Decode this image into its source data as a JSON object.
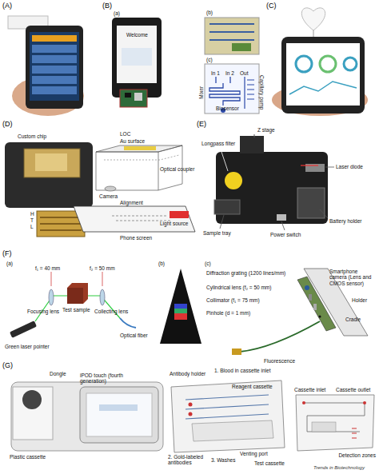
{
  "diagram": {
    "labels": [
      "(A)",
      "(B)",
      "(C)",
      "(a)",
      "Welcome",
      "(b)",
      "(c)",
      "In 1",
      "In 2",
      "Out",
      "Mixer",
      "Capillary pump",
      "Biosensor",
      "(D)",
      "Custom chip",
      "LOC",
      "Au surface",
      "Optical coupler",
      "Camera",
      "Alignment",
      "Phone screen",
      "Light source",
      "H",
      "T",
      "L",
      "(E)",
      "Z stage",
      "Longpass filter",
      "Laser diode",
      "Sample tray",
      "Power switch",
      "Battery holder",
      "(F)",
      "(a)",
      "f₁ = 40 mm",
      "f₂ = 50 mm",
      "Test sample",
      "Focusing lens",
      "Collecting lens",
      "Green laser pointer",
      "Optical fiber",
      "(b)",
      "(c)",
      "Diffraction grating (1200 lines/mm)",
      "Cylindrical lens (f₂ = 50 mm)",
      "Collimator (f₁ = 75 mm)",
      "Pinhole (d = 1 mm)",
      "Smartphone camera (Lens and CMOS sensor)",
      "Holder",
      "Cradle",
      "Fluorescence",
      "(G)",
      "Dongle",
      "iPOD touch (fourth generation)",
      "Plastic cassette",
      "Antibody holder",
      "1. Blood in cassette inlet",
      "Reagent cassette",
      "2. Gold-labeled antibodies",
      "3. Washes",
      "Venting port",
      "Test cassette",
      "Cassette inlet",
      "Cassette outlet",
      "Detection zones",
      "Trends in Biotechnology"
    ]
  }
}
